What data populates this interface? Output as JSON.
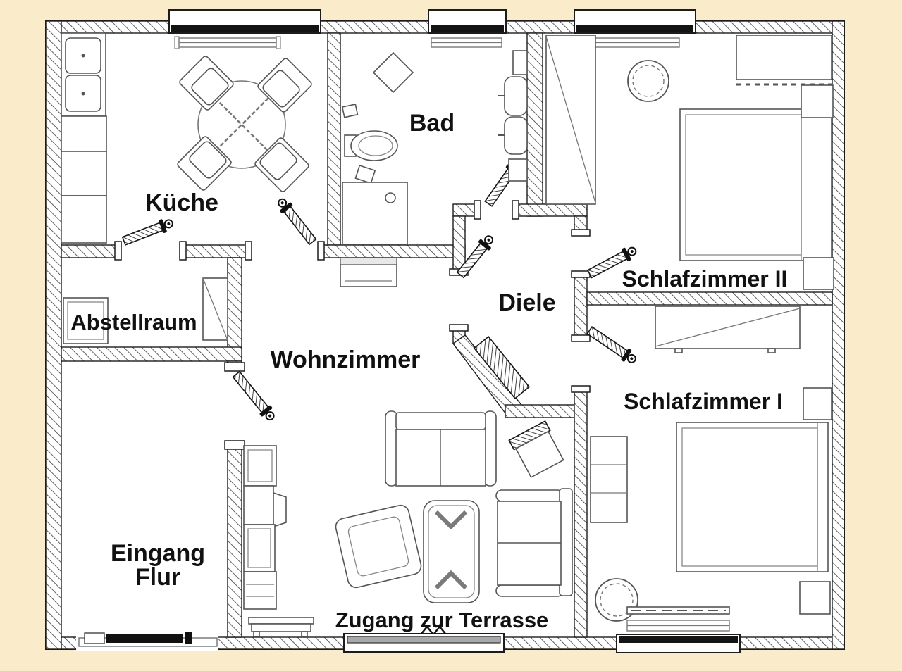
{
  "colors": {
    "background": "#FAECCB",
    "floor": "#FFFFFF",
    "wall_line": "#1C1C1C",
    "furniture_line": "#555555",
    "label_text": "#111111"
  },
  "rooms": {
    "kueche": {
      "label": "Küche"
    },
    "bad": {
      "label": "Bad"
    },
    "schlafzimmer2": {
      "label": "Schlafzimmer II"
    },
    "diele": {
      "label": "Diele"
    },
    "abstellraum": {
      "label": "Abstellraum"
    },
    "wohnzimmer": {
      "label": "Wohnzimmer"
    },
    "schlafzimmer1": {
      "label": "Schlafzimmer I"
    },
    "eingang": {
      "label_line1": "Eingang",
      "label_line2": "Flur"
    }
  },
  "annotations": {
    "terrasse_label": "Zugang zur Terrasse"
  }
}
